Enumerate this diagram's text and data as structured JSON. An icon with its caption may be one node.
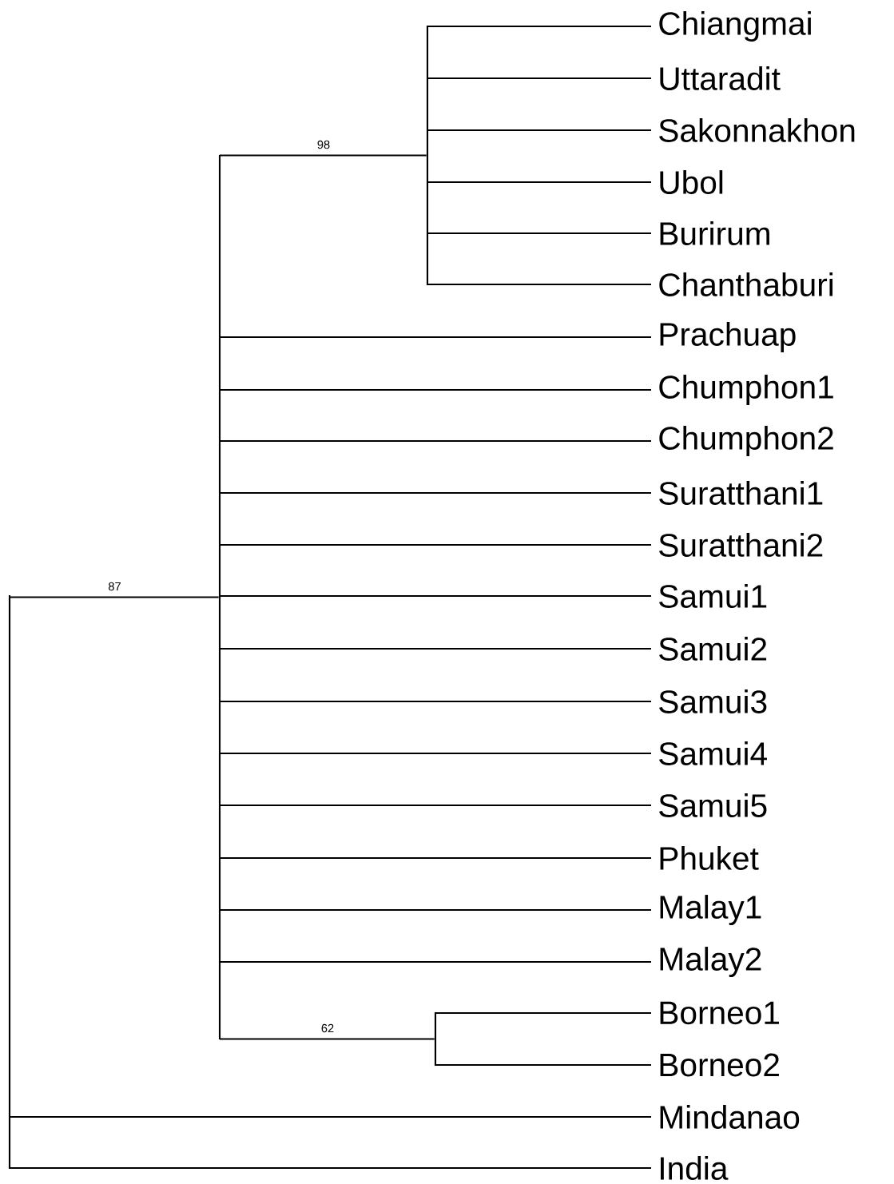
{
  "diagram": {
    "nodes": [
      {
        "text": [
          "Chiangmai"
        ]
      },
      {
        "text": [
          "Uttaradit"
        ]
      },
      {
        "text": [
          "Sakonnakhon"
        ]
      },
      {
        "text": [
          "Ubol"
        ]
      },
      {
        "text": [
          "Burirum"
        ]
      },
      {
        "text": [
          "Chanthaburi"
        ]
      },
      {
        "text": [
          "Prachuap"
        ]
      },
      {
        "text": [
          "Chumphon1"
        ]
      },
      {
        "text": [
          "Chumphon2"
        ]
      },
      {
        "text": [
          "Suratthani1"
        ]
      },
      {
        "text": [
          "Suratthani2"
        ]
      },
      {
        "text": [
          "Samui1"
        ]
      },
      {
        "text": [
          "Samui2"
        ]
      },
      {
        "text": [
          "Samui3"
        ]
      },
      {
        "text": [
          "Samui4"
        ]
      },
      {
        "text": [
          "Samui5"
        ]
      },
      {
        "text": [
          "Phuket"
        ]
      },
      {
        "text": [
          "Malay1"
        ]
      },
      {
        "text": [
          "Malay2"
        ]
      },
      {
        "text": [
          "Borneo1"
        ]
      },
      {
        "text": [
          "Borneo2"
        ]
      },
      {
        "text": [
          "Mindanao"
        ]
      },
      {
        "text": [
          "India"
        ]
      },
      {
        "text": [],
        "shape": "bar"
      },
      {
        "text": [],
        "shape": "bar"
      },
      {
        "text": [],
        "shape": "bar"
      },
      {
        "text": [],
        "shape": "bar"
      }
    ],
    "edges": [
      {
        "from": 23,
        "to": 24,
        "arrow": "none",
        "label": "87"
      },
      {
        "from": 23,
        "to": 21,
        "arrow": "none"
      },
      {
        "from": 23,
        "to": 22,
        "arrow": "none"
      },
      {
        "from": 24,
        "to": 25,
        "arrow": "none",
        "label": "98"
      },
      {
        "from": 24,
        "to": 6,
        "arrow": "none"
      },
      {
        "from": 24,
        "to": 7,
        "arrow": "none"
      },
      {
        "from": 24,
        "to": 8,
        "arrow": "none"
      },
      {
        "from": 24,
        "to": 9,
        "arrow": "none"
      },
      {
        "from": 24,
        "to": 10,
        "arrow": "none"
      },
      {
        "from": 24,
        "to": 11,
        "arrow": "none"
      },
      {
        "from": 24,
        "to": 12,
        "arrow": "none"
      },
      {
        "from": 24,
        "to": 13,
        "arrow": "none"
      },
      {
        "from": 24,
        "to": 14,
        "arrow": "none"
      },
      {
        "from": 24,
        "to": 15,
        "arrow": "none"
      },
      {
        "from": 24,
        "to": 16,
        "arrow": "none"
      },
      {
        "from": 24,
        "to": 17,
        "arrow": "none"
      },
      {
        "from": 24,
        "to": 18,
        "arrow": "none"
      },
      {
        "from": 24,
        "to": 26,
        "arrow": "none",
        "label": "62"
      },
      {
        "from": 25,
        "to": 0,
        "arrow": "none"
      },
      {
        "from": 25,
        "to": 1,
        "arrow": "none"
      },
      {
        "from": 25,
        "to": 2,
        "arrow": "none"
      },
      {
        "from": 25,
        "to": 3,
        "arrow": "none"
      },
      {
        "from": 25,
        "to": 4,
        "arrow": "none"
      },
      {
        "from": 25,
        "to": 5,
        "arrow": "none"
      },
      {
        "from": 26,
        "to": 19,
        "arrow": "none"
      },
      {
        "from": 26,
        "to": 20,
        "arrow": "none"
      }
    ]
  }
}
